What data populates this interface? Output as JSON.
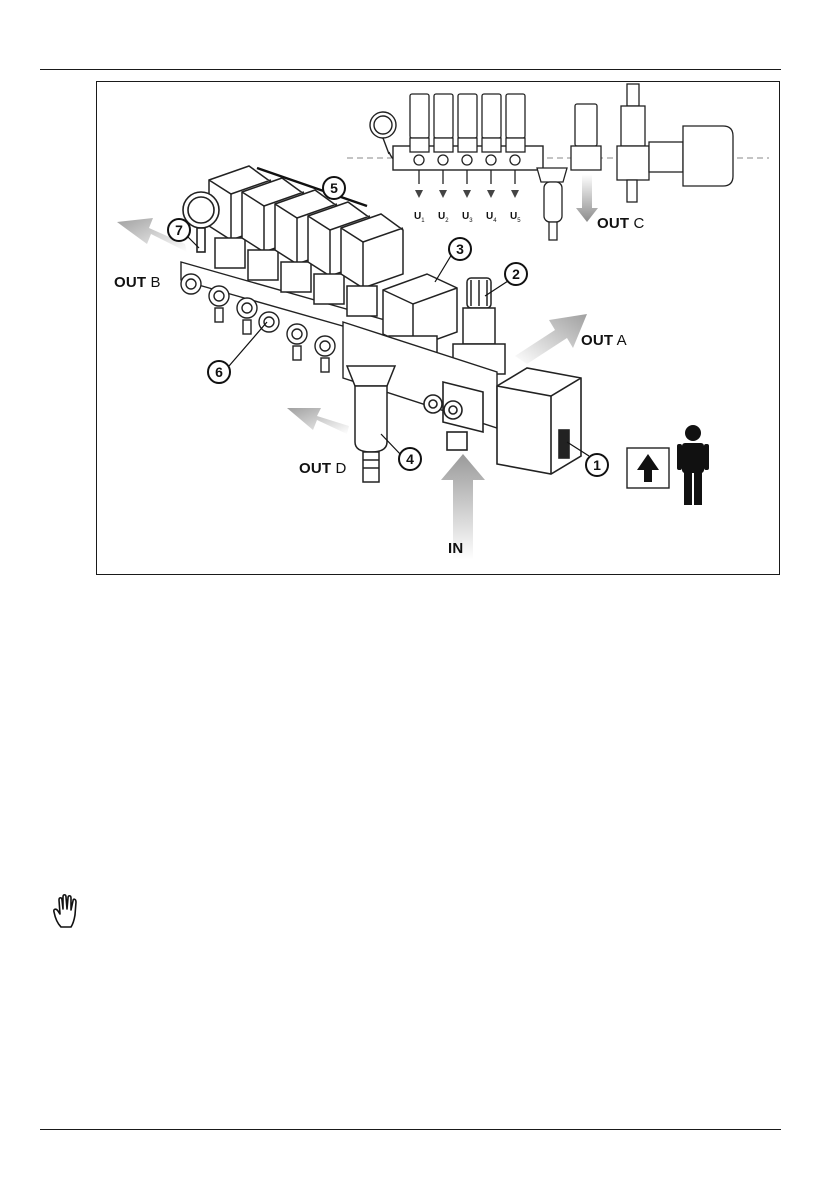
{
  "figure": {
    "labels": {
      "out_a": {
        "bold": "OUT",
        "suffix": "A"
      },
      "out_b": {
        "bold": "OUT",
        "suffix": "B"
      },
      "out_c": {
        "bold": "OUT",
        "suffix": "C"
      },
      "out_d": {
        "bold": "OUT",
        "suffix": "D"
      },
      "in": "IN"
    },
    "callouts": [
      "1",
      "2",
      "3",
      "4",
      "5",
      "6",
      "7"
    ],
    "outlets": [
      {
        "letter": "U",
        "sub": "1"
      },
      {
        "letter": "U",
        "sub": "2"
      },
      {
        "letter": "U",
        "sub": "3"
      },
      {
        "letter": "U",
        "sub": "4"
      },
      {
        "letter": "U",
        "sub": "5"
      }
    ]
  },
  "icons": {
    "orientation": "person-with-up-arrow-icon",
    "warning": "hand-warning-icon"
  }
}
